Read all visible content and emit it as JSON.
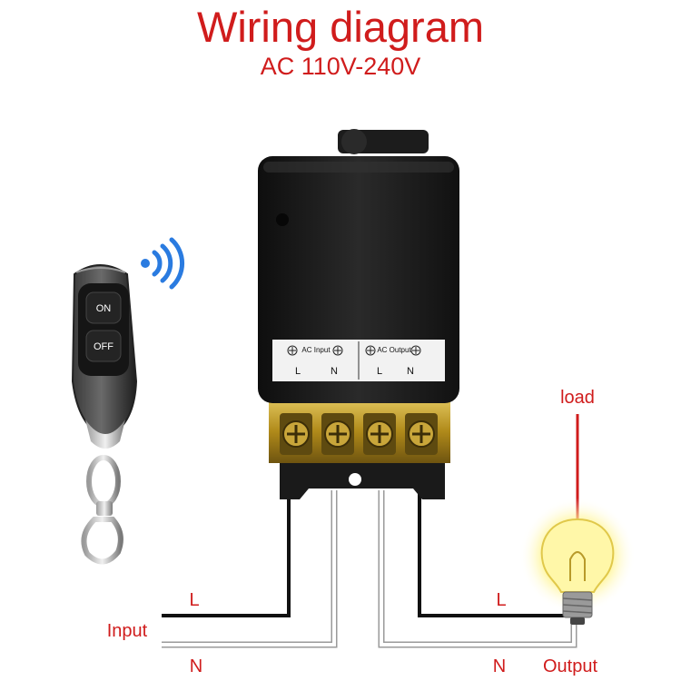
{
  "title": "Wiring diagram",
  "subtitle": "AC 110V-240V",
  "terminal_block": {
    "input_label": "AC Input",
    "output_label": "AC Output",
    "input_l": "L",
    "input_n": "N",
    "output_l": "L",
    "output_n": "N"
  },
  "remote": {
    "on_label": "ON",
    "off_label": "OFF"
  },
  "wiring": {
    "input_label": "Input",
    "input_l": "L",
    "input_n": "N",
    "output_label": "Output",
    "output_l": "L",
    "output_n": "N",
    "load_label": "load"
  },
  "colors": {
    "accent": "#d01c1c",
    "live_wire": "#111111",
    "neutral_wire": "#ffffff",
    "relay_body": "#1a1a1a",
    "terminal_brass": "#b8941e",
    "bulb_glow": "#fff27a"
  }
}
